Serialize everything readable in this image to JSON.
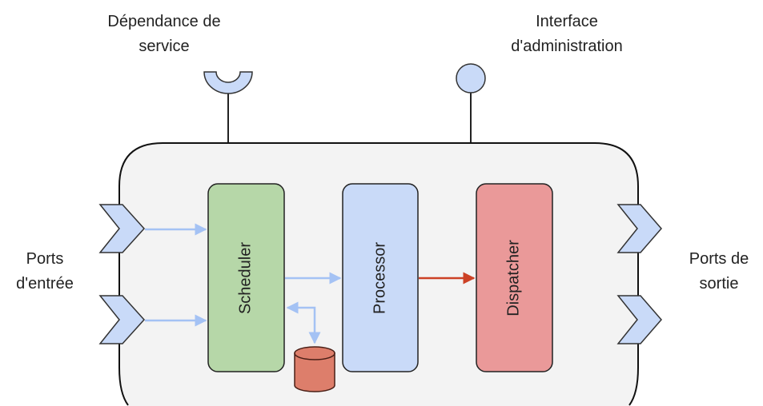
{
  "labels": {
    "service_dependency": [
      "Dépendance de",
      "service"
    ],
    "admin_interface": [
      "Interface",
      "d'administration"
    ],
    "input_ports": [
      "Ports",
      "d'entrée"
    ],
    "output_ports": [
      "Ports de",
      "sortie"
    ]
  },
  "components": {
    "scheduler": "Scheduler",
    "processor": "Processor",
    "dispatcher": "Dispatcher"
  },
  "colors": {
    "container_fill": "#f3f3f3",
    "port_fill": "#c9daf8",
    "scheduler_fill": "#b6d7a8",
    "processor_fill": "#c9daf8",
    "dispatcher_fill": "#ea9999",
    "storage_fill": "#dd7e6b",
    "flow_arrow": "#a4c2f4",
    "output_arrow": "#cc4125"
  }
}
